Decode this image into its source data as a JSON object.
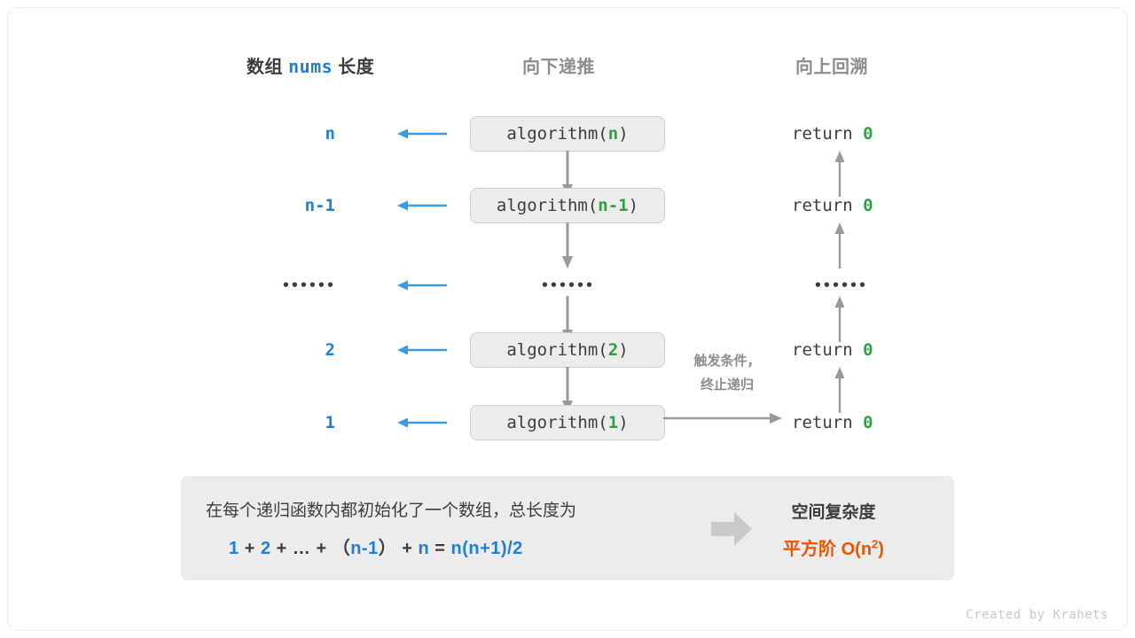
{
  "headings": {
    "left_prefix": "数组",
    "left_mono": "nums",
    "left_suffix": "长度",
    "middle": "向下递推",
    "right": "向上回溯"
  },
  "colors": {
    "blue": "#1f7fd4",
    "green": "#2f9e44",
    "orange": "#ee5500",
    "gray_text": "#8d8d8d",
    "dark_text": "#3c3c3c",
    "box_fill": "#ececec",
    "box_border": "#cfcfcf",
    "arrow_gray": "#9a9a9a",
    "arrow_blue": "#3b9be0"
  },
  "rows": [
    {
      "length": "n",
      "call_prefix": "algorithm(",
      "call_arg": "n",
      "call_suffix": ")",
      "return_text": "return",
      "return_value": "0",
      "is_ellipsis": false
    },
    {
      "length": "n-1",
      "call_prefix": "algorithm(",
      "call_arg": "n-1",
      "call_suffix": ")",
      "return_text": "return",
      "return_value": "0",
      "is_ellipsis": false
    },
    {
      "length": "••••••",
      "call_ellipsis": "••••••",
      "return_ellipsis": "••••••",
      "is_ellipsis": true
    },
    {
      "length": "2",
      "call_prefix": "algorithm(",
      "call_arg": "2",
      "call_suffix": ")",
      "return_text": "return",
      "return_value": "0",
      "is_ellipsis": false
    },
    {
      "length": "1",
      "call_prefix": "algorithm(",
      "call_arg": "1",
      "call_suffix": ")",
      "return_text": "return",
      "return_value": "0",
      "is_ellipsis": false
    }
  ],
  "terminate_note": {
    "line1": "触发条件，",
    "line2": "终止递归"
  },
  "summary": {
    "line1": "在每个递归函数内都初始化了一个数组，总长度为",
    "formula": {
      "t1": "1",
      "op1": "+",
      "t2": "2",
      "op2": "+",
      "t3": "…",
      "op3": "+",
      "lparen": "（",
      "t4": "n-1",
      "rparen": "）",
      "op4": "+",
      "t5": "n",
      "eq": "=",
      "t6": "n(n+1)/2"
    },
    "complexity_title": "空间复杂度",
    "complexity_prefix": "平方阶",
    "complexity_big_o": "O(n",
    "complexity_exp": "2",
    "complexity_close": ")"
  },
  "credit": "Created by Krahets"
}
